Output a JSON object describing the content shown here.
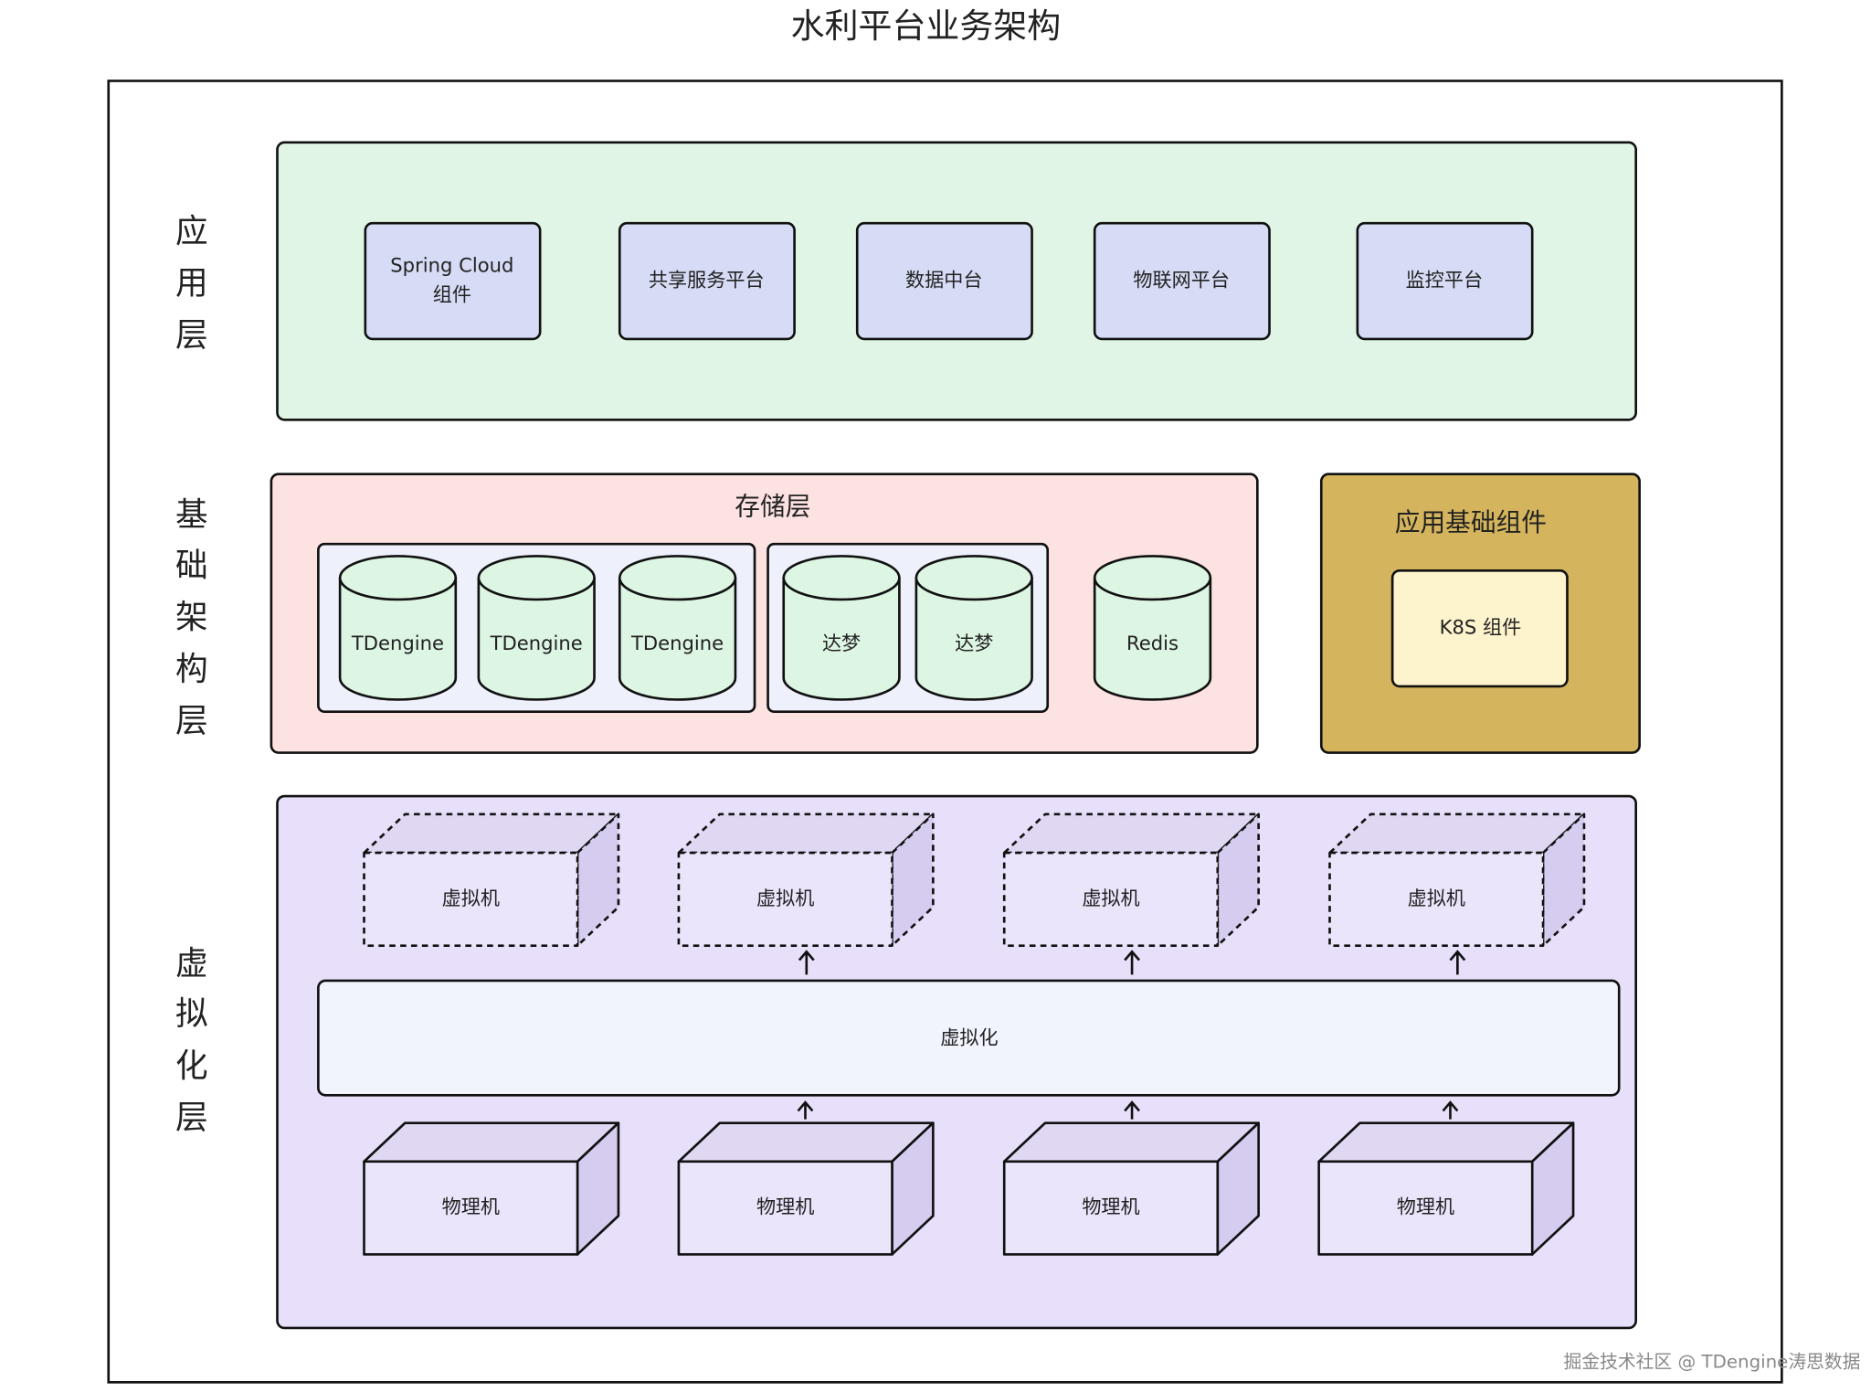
{
  "title": "水利平台业务架构",
  "side_labels": {
    "application": [
      "应",
      "用",
      "层"
    ],
    "infrastructure": [
      "基",
      "础",
      "架",
      "构",
      "层"
    ],
    "virtualization": [
      "虚",
      "拟",
      "化",
      "层"
    ]
  },
  "application_layer": {
    "items": [
      {
        "lines": [
          "Spring Cloud",
          "组件"
        ]
      },
      {
        "lines": [
          "共享服务平台"
        ]
      },
      {
        "lines": [
          "数据中台"
        ]
      },
      {
        "lines": [
          "物联网平台"
        ]
      },
      {
        "lines": [
          "监控平台"
        ]
      }
    ]
  },
  "storage_layer": {
    "title": "存储层",
    "databases": [
      "TDengine",
      "TDengine",
      "TDengine",
      "达梦",
      "达梦",
      "Redis"
    ]
  },
  "base_components": {
    "title": "应用基础组件",
    "item": "K8S 组件"
  },
  "virtualization_layer": {
    "vms": [
      "虚拟机",
      "虚拟机",
      "虚拟机",
      "虚拟机"
    ],
    "hypervisor": "虚拟化",
    "physical": [
      "物理机",
      "物理机",
      "物理机",
      "物理机"
    ]
  },
  "watermark": "掘金技术社区 @ TDengine涛思数据",
  "colors": {
    "app_layer": "#e0f5e5",
    "app_box": "#d6dcf5",
    "storage": "#fde2e2",
    "db_group": "#eef1fb",
    "db": "#ddf5e3",
    "base": "#d4b45c",
    "k8s": "#fdf3cc",
    "virt_layer": "#e8e0fa",
    "hypervisor": "#f1f3fd"
  }
}
